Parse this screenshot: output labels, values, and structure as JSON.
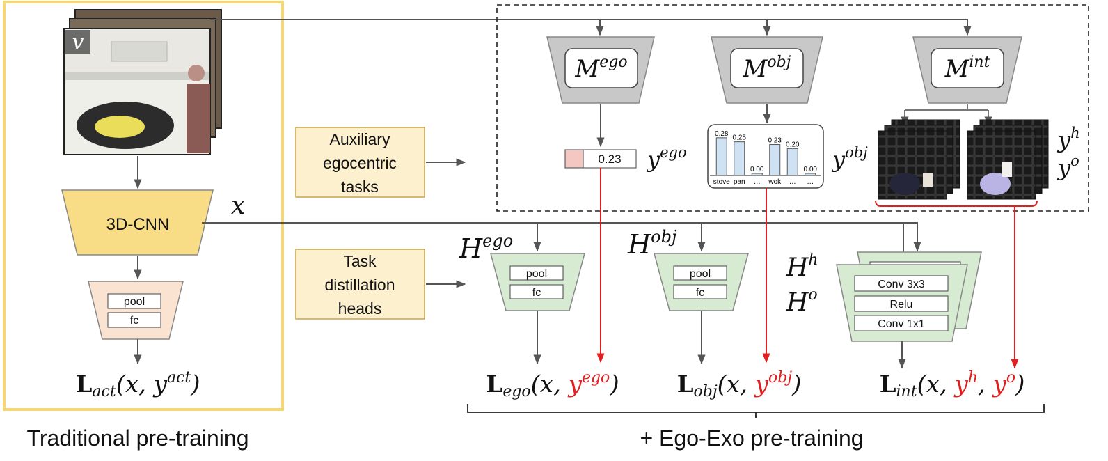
{
  "input": {
    "label": "v"
  },
  "backbone": {
    "label": "3D-CNN",
    "feature_label": "x"
  },
  "action_head": {
    "pool": "pool",
    "fc": "fc"
  },
  "action_loss": {
    "symbol": "L",
    "sub": "act",
    "args": "(x, y",
    "sup": "act",
    "close": ")"
  },
  "aux_tasks": {
    "line1": "Auxiliary",
    "line2": "egocentric",
    "line3": "tasks"
  },
  "distill_heads": {
    "line1": "Task",
    "line2": "distillation",
    "line3": "heads"
  },
  "models": {
    "ego": {
      "base": "M",
      "sup": "ego"
    },
    "obj": {
      "base": "M",
      "sup": "obj"
    },
    "int": {
      "base": "M",
      "sup": "int"
    }
  },
  "outputs": {
    "ego": {
      "value": "0.23",
      "base": "y",
      "sup": "ego"
    },
    "obj": {
      "base": "y",
      "sup": "obj"
    },
    "int_h": {
      "base": "y",
      "sup": "h"
    },
    "int_o": {
      "base": "y",
      "sup": "o"
    }
  },
  "chart_data": {
    "type": "bar",
    "categories": [
      "stove",
      "pan",
      "…",
      "wok",
      "…",
      "…"
    ],
    "values": [
      0.28,
      0.25,
      0.0,
      0.23,
      0.2,
      0.0
    ],
    "value_labels": [
      "0.28",
      "0.25",
      "0.00",
      "0.23",
      "0.20",
      "0.00"
    ],
    "title": "",
    "xlabel": "",
    "ylabel": ""
  },
  "heads": {
    "ego": {
      "base": "H",
      "sup": "ego",
      "pool": "pool",
      "fc": "fc"
    },
    "obj": {
      "base": "H",
      "sup": "obj",
      "pool": "pool",
      "fc": "fc"
    },
    "int": {
      "base_h": "H",
      "sup_h": "h",
      "base_o": "H",
      "sup_o": "o",
      "conv3": "Conv 3x3",
      "relu": "Relu",
      "conv1": "Conv 1x1"
    }
  },
  "losses": {
    "ego": {
      "symbol": "L",
      "sub": "ego",
      "pre": "(x, ",
      "red": "y",
      "red_sup": "ego",
      "close": ")"
    },
    "obj": {
      "symbol": "L",
      "sub": "obj",
      "pre": "(x, ",
      "red": "y",
      "red_sup": "obj",
      "close": ")"
    },
    "int": {
      "symbol": "L",
      "sub": "int",
      "pre": "(x, ",
      "red1": "y",
      "red1_sup": "h",
      "sep": ", ",
      "red2": "y",
      "red2_sup": "o",
      "close": ")"
    }
  },
  "captions": {
    "left": "Traditional pre-training",
    "right": "+ Ego-Exo pre-training"
  },
  "colors": {
    "gold_border": "#f5d77a",
    "yellow_fill": "#f9dc86",
    "cream_fill": "#fdf0cf",
    "peach_fill": "#fbe3d1",
    "green_fill": "#d7ead2",
    "gray_fill": "#c8c8c8",
    "red": "#e02020",
    "bar_fill": "#cfe2f3",
    "pink": "#f4c7c3"
  }
}
